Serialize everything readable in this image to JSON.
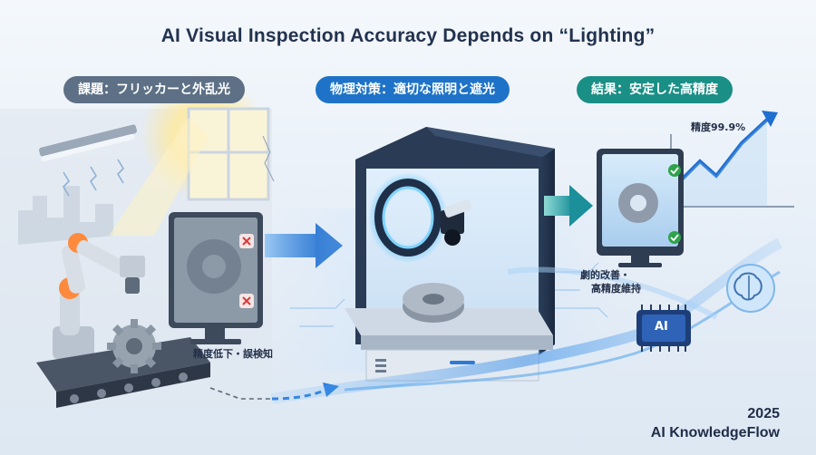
{
  "title": "AI Visual Inspection Accuracy Depends on “Lighting”",
  "panels": {
    "problem": {
      "heading": "課題：フリッカーと外乱光",
      "note": "精度低下・誤検知"
    },
    "countermeasure": {
      "heading": "物理対策：適切な照明と遮光"
    },
    "result": {
      "heading": "結果：安定した高精度",
      "accuracy": "精度99.9%",
      "note_line1": "劇的改善・",
      "note_line2": "高精度維持",
      "chip_text": "AI"
    }
  },
  "footer": {
    "year": "2025",
    "brand": "AI KnowledgeFlow"
  },
  "colors": {
    "problem_accent": "#5d7085",
    "countermeasure_accent": "#1e73c8",
    "result_accent": "#1a8f86",
    "title": "#22324f"
  }
}
